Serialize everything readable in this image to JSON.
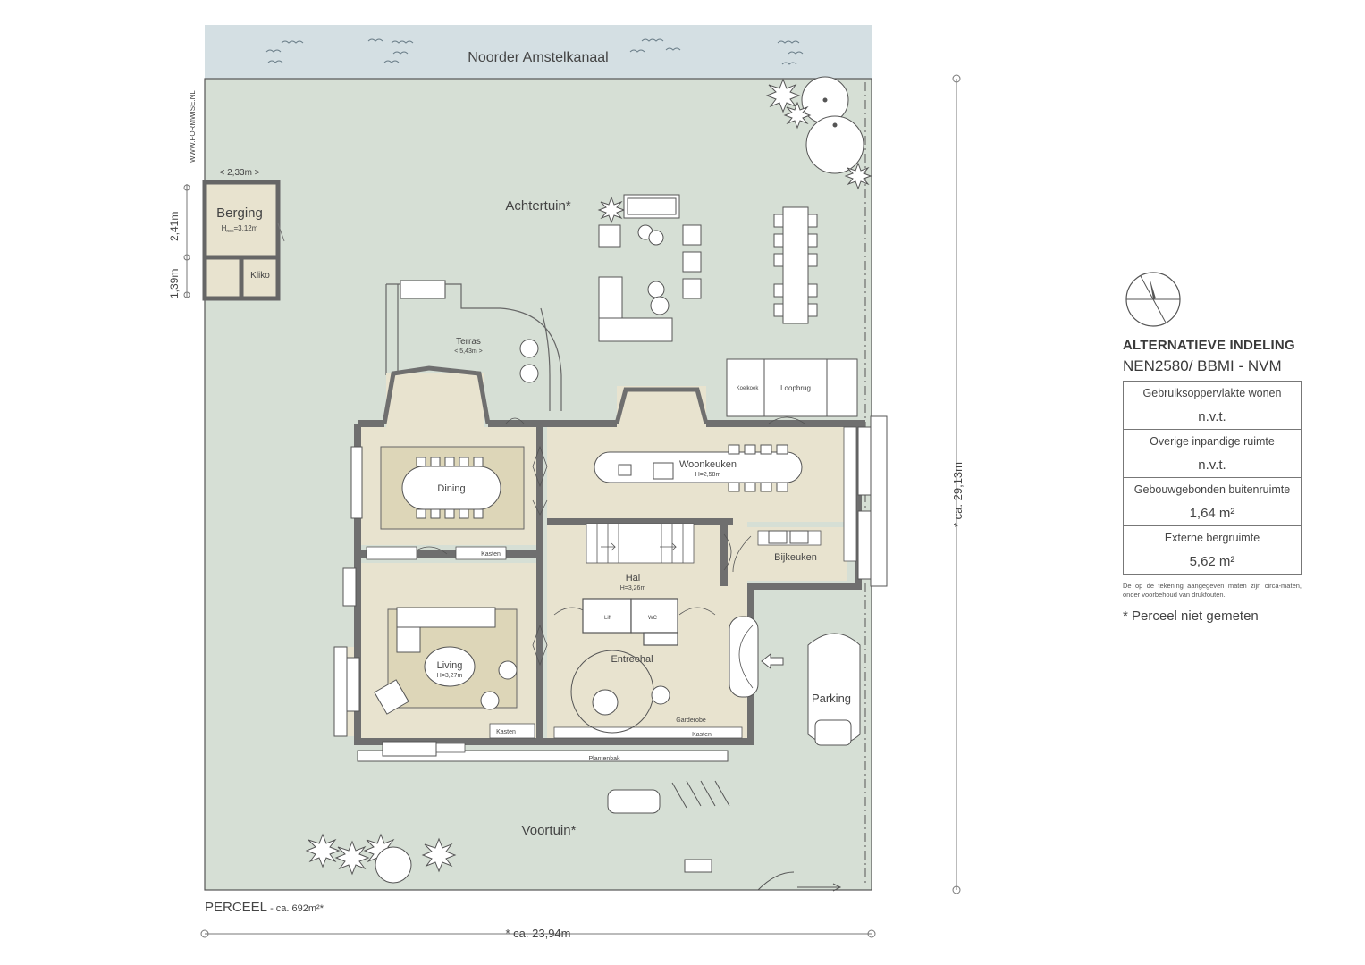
{
  "watermark": "WWW.FORMWISE.NL",
  "canal": "Noorder Amstelkanaal",
  "gardens": {
    "back": "Achtertuin*",
    "front": "Voortuin*"
  },
  "shed": {
    "width": "< 2,33m >",
    "name": "Berging",
    "height_prefix": "H",
    "height_sub": "nok",
    "height_value": "=3,12m",
    "dim_a": "2,41m",
    "dim_b": "1,39m",
    "kliko": "Kliko"
  },
  "terrace": {
    "name": "Terras",
    "dim": "< 5,43m >"
  },
  "rooms": {
    "dining": "Dining",
    "kitchen": "Woonkeuken",
    "kitchen_h": "H=2,58m",
    "hall": "Hal",
    "hall_h": "H=3,26m",
    "bijkeuken": "Bijkeuken",
    "living": "Living",
    "living_h": "H=3,27m",
    "entreehal": "Entreehal",
    "garderobe": "Garderobe",
    "kasten": "Kasten",
    "lift": "Lift",
    "wc": "WC",
    "plantenbak": "Plantenbak",
    "koelkoek": "Koelkoek",
    "loopbrug": "Loopbrug",
    "parking": "Parking"
  },
  "dimensions": {
    "height": "* ca. 29,13m",
    "width": "* ca. 23,94m"
  },
  "plot": {
    "label": "PERCEEL",
    "area": " - ca. 692m²*"
  },
  "panel": {
    "title": "ALTERNATIEVE INDELING",
    "subtitle": "NEN2580/ BBMI - NVM",
    "stats": [
      {
        "label": "Gebruiksoppervlakte wonen",
        "value": "n.v.t."
      },
      {
        "label": "Overige inpandige ruimte",
        "value": "n.v.t."
      },
      {
        "label": "Gebouwgebonden buitenruimte",
        "value": "1,64 m²"
      },
      {
        "label": "Externe bergruimte",
        "value": "5,62 m²"
      }
    ],
    "disclaimer": "De op de tekening aangegeven maten zijn circa-maten, onder voorbehoud van drukfouten.",
    "note": "* Perceel niet gemeten"
  },
  "colors": {
    "garden": "#d6dfd5",
    "water": "#d4dfe3",
    "room": "#e8e3cf",
    "wall": "#6f6f6f"
  }
}
